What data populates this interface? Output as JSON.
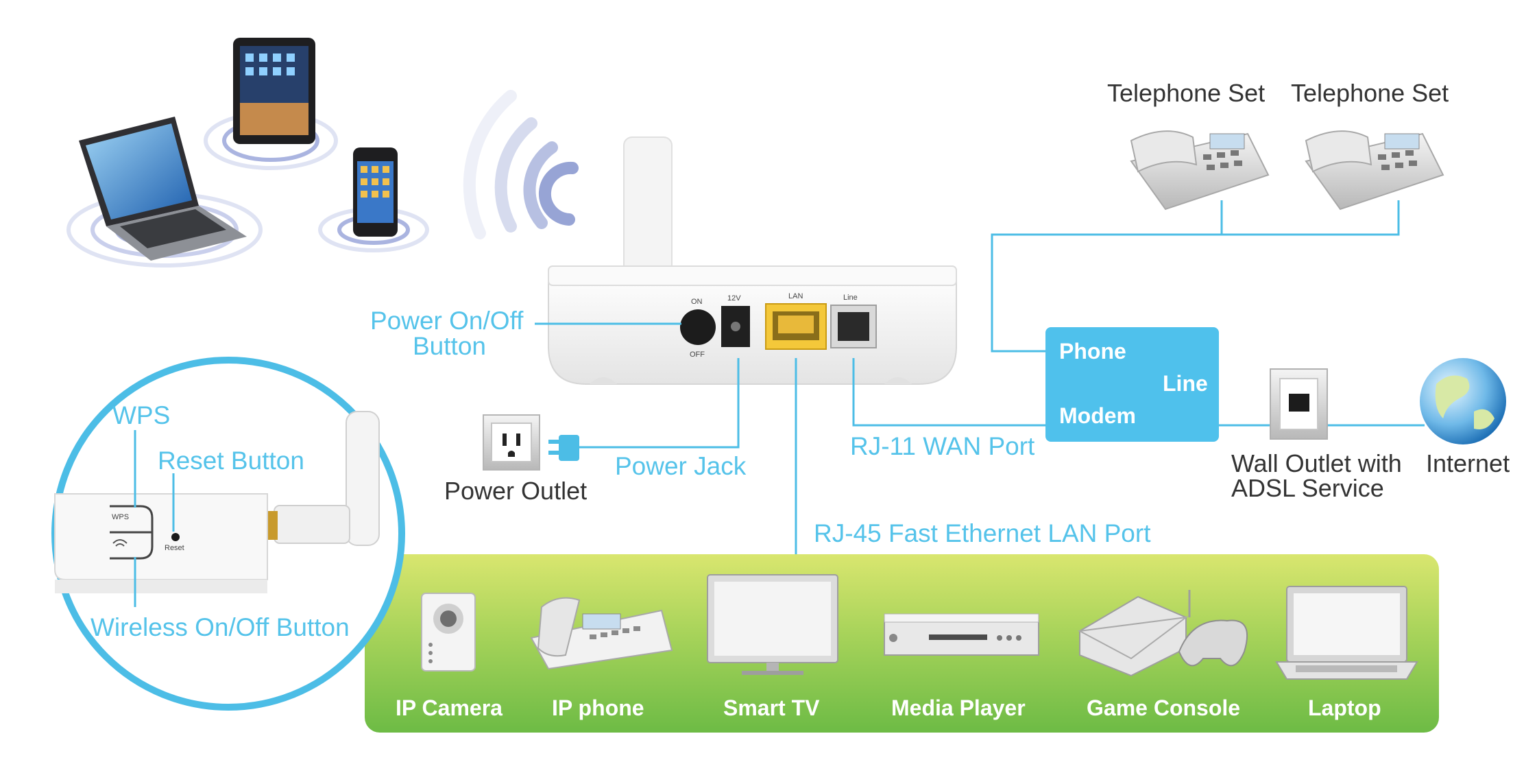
{
  "colors": {
    "accent_blue": "#55c3ea",
    "cable_blue": "#4cbde6",
    "green_panel_top": "#d6e46e",
    "green_panel_bottom": "#6fbd45",
    "modem_box": "#4fc1ec",
    "text_dark": "#333333"
  },
  "router": {
    "port_labels": {
      "on": "ON",
      "off": "OFF",
      "dc": "12V",
      "lan": "LAN",
      "line": "Line"
    },
    "callouts": {
      "power_button_line1": "Power On/Off",
      "power_button_line2": "Button",
      "power_jack": "Power Jack",
      "wan_port": "RJ-11 WAN Port",
      "lan_port": "RJ-45 Fast Ethernet LAN Port"
    }
  },
  "power_outlet": {
    "label": "Power Outlet"
  },
  "telephones": [
    {
      "label": "Telephone Set"
    },
    {
      "label": "Telephone Set"
    }
  ],
  "modem": {
    "word1": "Phone",
    "word2": "Line",
    "word3": "Modem"
  },
  "wall_outlet": {
    "line1": "Wall Outlet with",
    "line2": "ADSL Service"
  },
  "internet": {
    "label": "Internet"
  },
  "inset": {
    "wps": "WPS",
    "reset": "Reset Button",
    "wireless": "Wireless On/Off Button",
    "wps_small": "WPS",
    "reset_small": "Reset"
  },
  "lan_devices": [
    {
      "label": "IP Camera",
      "icon": "ip-camera-icon"
    },
    {
      "label": "IP phone",
      "icon": "ip-phone-icon"
    },
    {
      "label": "Smart TV",
      "icon": "smart-tv-icon"
    },
    {
      "label": "Media Player",
      "icon": "media-player-icon"
    },
    {
      "label": "Game Console",
      "icon": "game-console-icon"
    },
    {
      "label": "Laptop",
      "icon": "laptop-icon"
    }
  ],
  "wireless_devices": [
    {
      "icon": "laptop-icon"
    },
    {
      "icon": "tablet-icon"
    },
    {
      "icon": "smartphone-icon"
    }
  ]
}
